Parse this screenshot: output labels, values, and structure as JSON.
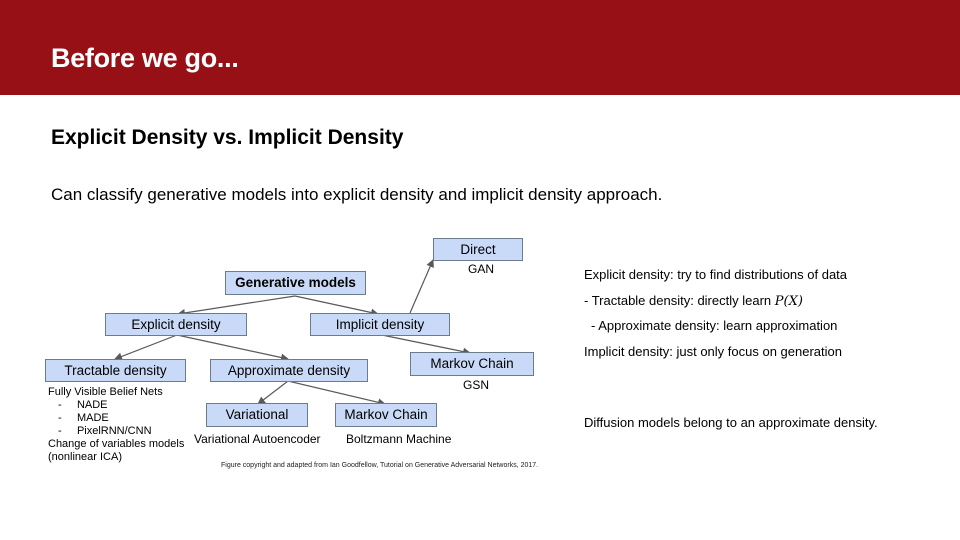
{
  "header": {
    "title": "Before we go..."
  },
  "slide": {
    "subtitle": "Explicit Density vs. Implicit Density",
    "intro": "Can classify generative models into explicit density and implicit density approach."
  },
  "diagram": {
    "root": "Generative models",
    "explicit": "Explicit density",
    "implicit": "Implicit density",
    "direct": "Direct",
    "gan": "GAN",
    "markov_implicit": "Markov Chain",
    "gsn": "GSN",
    "tractable": "Tractable density",
    "approximate": "Approximate density",
    "variational": "Variational",
    "variational_sub": "Variational Autoencoder",
    "markov_approx": "Markov Chain",
    "boltzmann": "Boltzmann Machine",
    "tractable_notes": {
      "line1": "Fully Visible Belief Nets",
      "items": [
        "NADE",
        "MADE",
        "PixelRNN/CNN"
      ],
      "line2": "Change of variables models",
      "line3": "(nonlinear ICA)"
    },
    "caption": "Figure copyright and adapted from Ian Goodfellow, Tutorial on Generative Adversarial Networks, 2017.",
    "line_color": "#595959",
    "box_fill": "#c9daf8"
  },
  "notes": {
    "explicit_line": "Explicit density: try to find distributions of data",
    "tractable_line_prefix": "- Tractable density: directly learn ",
    "tractable_math": "P(X)",
    "approx_line": "- Approximate density:  learn approximation",
    "implicit_line": "Implicit density: just only focus on generation",
    "diffusion_line": "Diffusion models belong to an approximate density."
  },
  "colors": {
    "header": "#961016",
    "header_text": "#ffffff"
  }
}
